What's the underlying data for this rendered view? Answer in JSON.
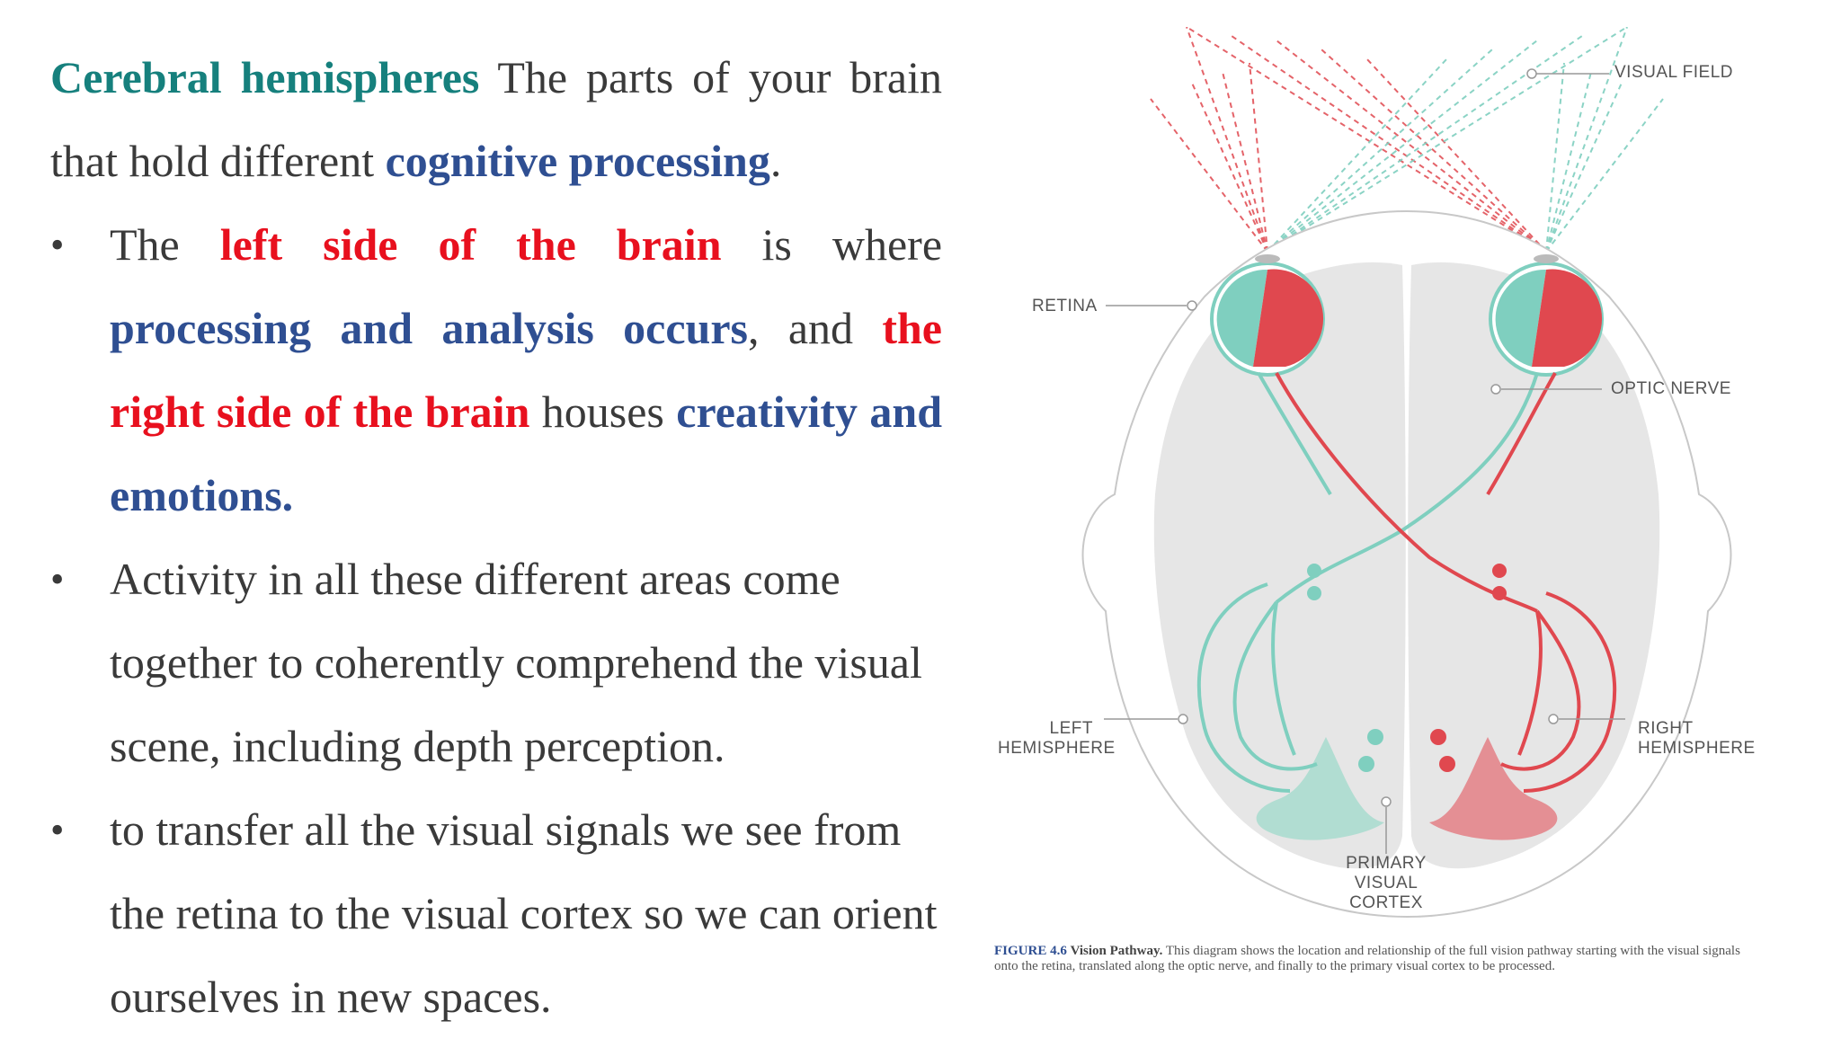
{
  "text": {
    "intro": {
      "term": "Cerebral hemispheres",
      "part1": " The parts of your brain that hold different ",
      "highlight": "cognitive processing",
      "part2": "."
    },
    "bullet1": {
      "pre": "The ",
      "left_side": "left side of the brain",
      "mid1": " is where ",
      "analysis": "processing and analysis occurs",
      "mid2": ", and ",
      "right_side": "the right side of the brain",
      "mid3": " houses ",
      "creativity": "creativity and emotions."
    },
    "bullet2": "Activity in all these different areas come together to coherently comprehend the visual scene, including depth perception.",
    "bullet3": "to transfer all the visual signals we see from the retina to the visual cortex so we can orient ourselves in new spaces.",
    "bullet_symbol": "•"
  },
  "figure": {
    "labels": {
      "visual_field": "VISUAL FIELD",
      "retina": "RETINA",
      "optic_nerve": "OPTIC NERVE",
      "left_hemisphere_1": "LEFT",
      "left_hemisphere_2": "HEMISPHERE",
      "right_hemisphere_1": "RIGHT",
      "right_hemisphere_2": "HEMISPHERE",
      "primary_1": "PRIMARY",
      "visual_cortex_2": "VISUAL CORTEX"
    },
    "caption": {
      "number": "FIGURE 4.6",
      "title": "Vision Pathway.",
      "body": "This diagram shows the location and relationship of the full vision pathway starting with the visual signals onto the retina, translated along the optic nerve, and finally to the primary visual cortex to be processed."
    }
  },
  "colors": {
    "teal": "#16807d",
    "blue": "#2f4f92",
    "red": "#e8101e",
    "body_text": "#3a3a3a",
    "diagram_teal": "#7fcfbf",
    "diagram_red": "#e0484f",
    "brain_gray": "#e6e6e6"
  }
}
